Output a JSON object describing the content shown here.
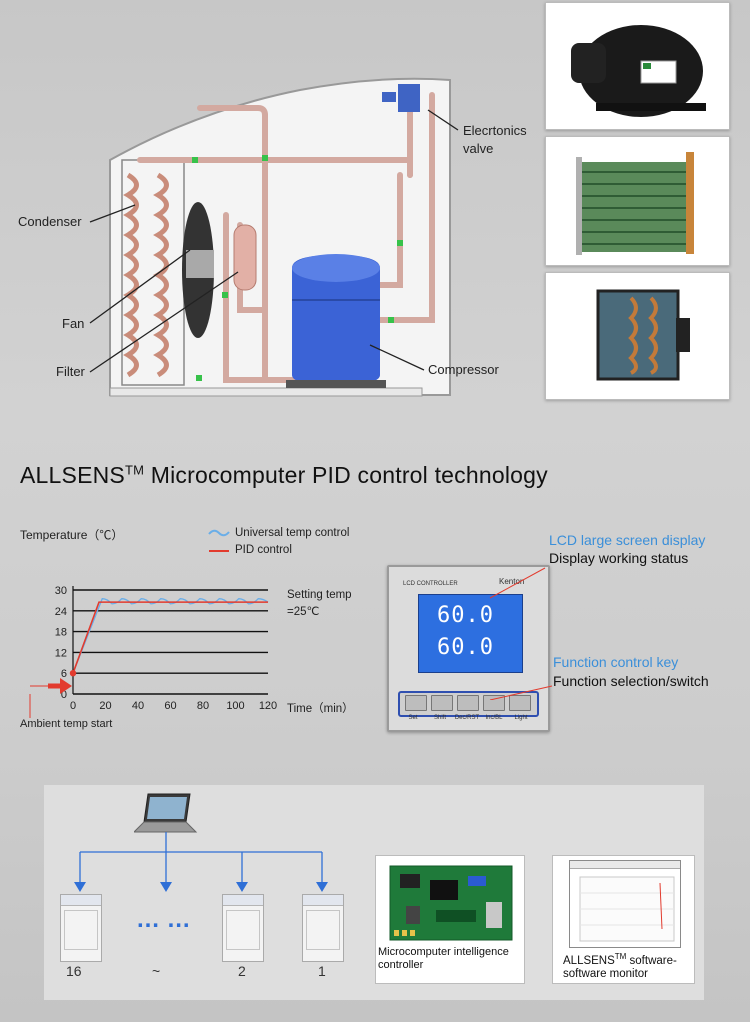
{
  "diagram": {
    "labels": {
      "condenser": "Condenser",
      "fan": "Fan",
      "filter": "Filter",
      "valve_line1": "Elecrtonics",
      "valve_line2": "valve",
      "compressor": "Compressor"
    }
  },
  "photos": [
    "compressor-photo",
    "condenser-coil-photo",
    "fan-condenser-photo"
  ],
  "section": {
    "title": "ALLSENS",
    "title_sup": "TM",
    "title_rest": " Microcomputer PID control technology"
  },
  "chart_data": {
    "type": "line",
    "title": "",
    "ylabel": "Temperature（℃）",
    "xlabel": "Time（min）",
    "x_ticks": [
      0,
      20,
      40,
      60,
      80,
      100,
      120
    ],
    "y_ticks": [
      0,
      6,
      12,
      18,
      24,
      30
    ],
    "xlim": [
      0,
      120
    ],
    "ylim": [
      0,
      30
    ],
    "grid": true,
    "legend": "top",
    "setting_line1": "Setting temp",
    "setting_line2": "=25℃",
    "ambient_label": "Ambient temp start",
    "series": [
      {
        "name": "Universal temp control",
        "color": "#6aaee8",
        "x": [
          0,
          18,
          24,
          30,
          36,
          42,
          48,
          54,
          60,
          66,
          72,
          78,
          84,
          90,
          96,
          102,
          108,
          114,
          120
        ],
        "y": [
          6,
          27.5,
          26,
          27.5,
          26,
          27.5,
          26,
          27.5,
          26,
          27.5,
          26,
          27.5,
          26,
          27.5,
          26,
          27.5,
          26,
          27.5,
          26.5
        ]
      },
      {
        "name": "PID control",
        "color": "#e23b2e",
        "x": [
          0,
          16,
          120
        ],
        "y": [
          6,
          26.5,
          26.5
        ]
      }
    ]
  },
  "controller": {
    "brand_label": "LCD CONTROLLER",
    "brand_name": "Kenton",
    "reading1": "60.0",
    "reading2": "60.0",
    "keys": [
      "Set",
      "Shift",
      "Dec/RST",
      "Inc/BL",
      "Light"
    ],
    "lcd_title": "LCD large screen display",
    "lcd_sub": "Display working status",
    "key_title": "Function control key",
    "key_sub": "Function selection/switch"
  },
  "network": {
    "numbers": [
      "16",
      "~",
      "2",
      "1"
    ],
    "dots": "… …"
  },
  "captions": {
    "board": "Microcomputer intelligence controller",
    "software_a": "ALLSENS",
    "software_sup": "TM",
    "software_b": " software-",
    "software_c": "software monitor"
  },
  "colors": {
    "pid": "#e23b2e",
    "universal": "#6aaee8",
    "accent": "#3b8fd9",
    "network": "#2f6fd6"
  }
}
